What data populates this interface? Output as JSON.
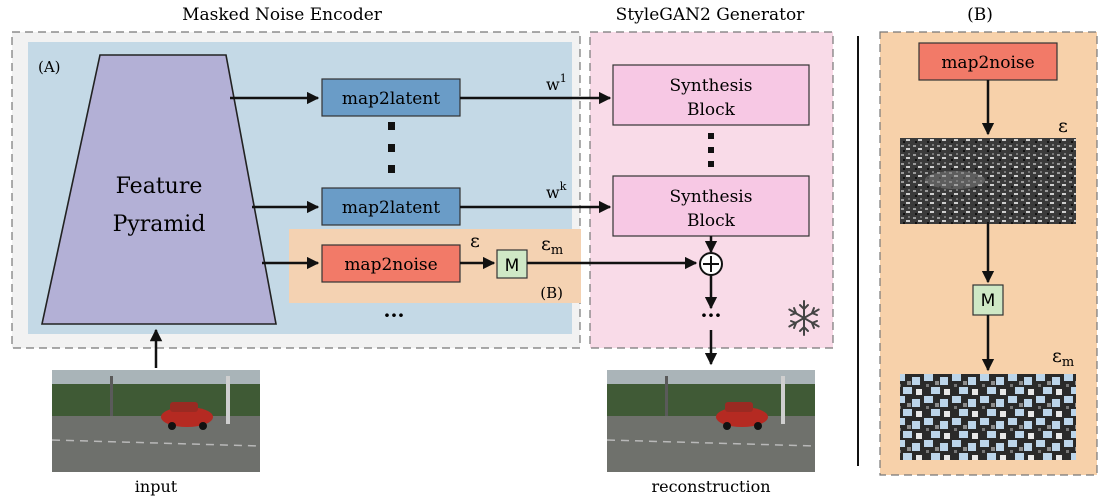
{
  "encoder": {
    "title": "Masked Noise Encoder",
    "panel_label": "(A)",
    "pyramid_line1": "Feature",
    "pyramid_line2": "Pyramid",
    "map2latent_1": "map2latent",
    "map2latent_k": "map2latent",
    "map2noise": "map2noise",
    "mask": "M",
    "noise_label": "ε",
    "masked_noise_label": "ε",
    "masked_noise_sub": "m",
    "noise_region_label": "(B)",
    "more": "···"
  },
  "generator": {
    "title": "StyleGAN2 Generator",
    "block1_line1": "Synthesis",
    "block1_line2": "Block",
    "block2_line1": "Synthesis",
    "block2_line2": "Block",
    "w1": "w",
    "w1_sup": "1",
    "wk": "w",
    "wk_sup": "k",
    "more": "···",
    "frozen_icon": "snowflake-icon"
  },
  "captions": {
    "input": "input",
    "reconstruction": "reconstruction"
  },
  "detail": {
    "title": "(B)",
    "map2noise": "map2noise",
    "mask": "M",
    "noise_label": "ε",
    "masked_noise_label": "ε",
    "masked_noise_sub": "m"
  },
  "colors": {
    "encoder_bg": "#c4d9e6",
    "noise_region": "#f4d2b2",
    "generator_bg": "#f9dbe8",
    "pyramid": "#b3b0d6",
    "map2latent": "#6a9cc7",
    "map2noise": "#f27a68",
    "mask": "#cfe8c6",
    "synthesis": "#f7c8e4",
    "detail_bg": "#f7d1aa"
  }
}
